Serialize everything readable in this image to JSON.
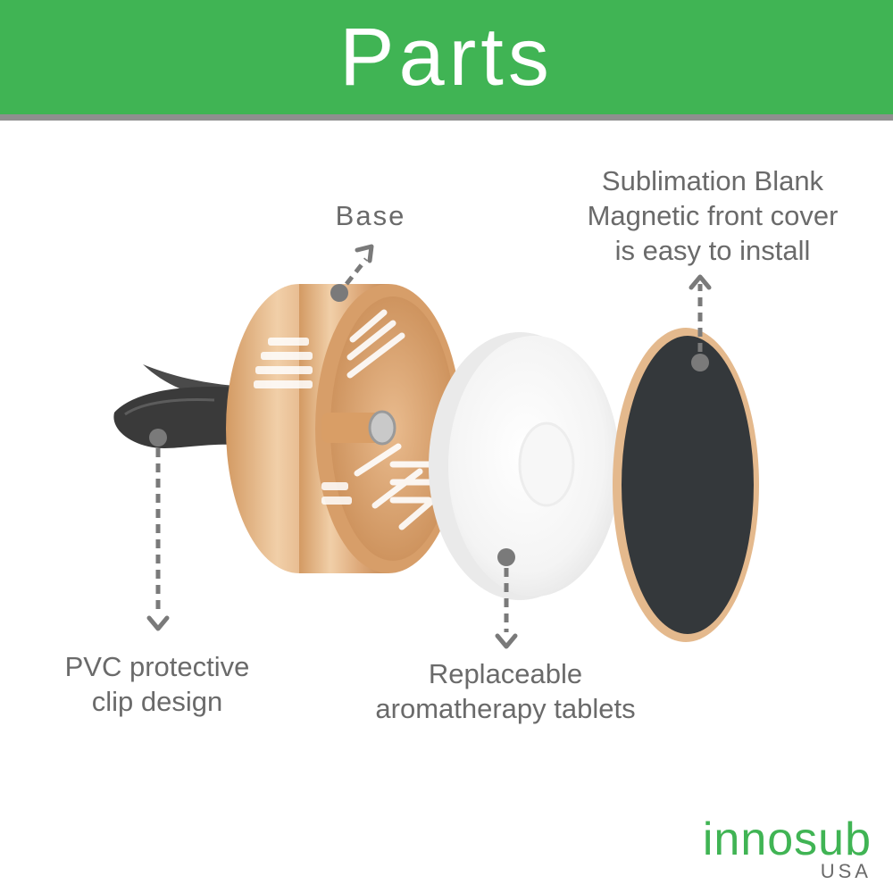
{
  "header": {
    "title": "Parts"
  },
  "labels": {
    "base": "Base",
    "cover": [
      "Sublimation Blank",
      "Magnetic front cover",
      "is easy to install"
    ],
    "clip": [
      "PVC protective",
      "clip design"
    ],
    "tablets": [
      "Replaceable",
      "aromatherapy tablets"
    ]
  },
  "brand": {
    "name": "innosub",
    "sub": "USA"
  },
  "colors": {
    "banner": "#40b454",
    "rule": "#8f8f8f",
    "label_text": "#6a6a6a",
    "gold": "#d9a878",
    "cover_face": "#34383b",
    "clip": "#3a3a3a",
    "pointer": "#7a7a7a"
  }
}
